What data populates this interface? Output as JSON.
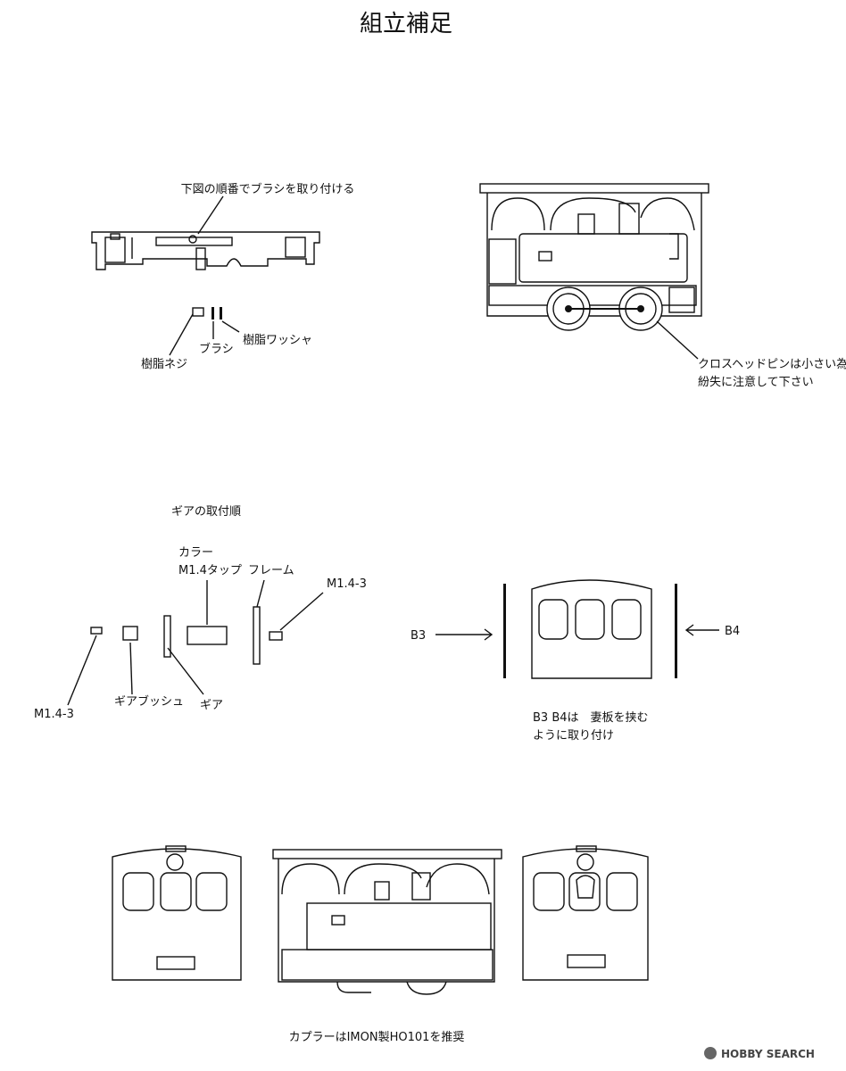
{
  "title": "組立補足",
  "brush": {
    "instruction": "下図の順番でブラシを取り付ける",
    "parts": {
      "screw": "樹脂ネジ",
      "brush": "ブラシ",
      "washer": "樹脂ワッシャ"
    }
  },
  "crosshead": {
    "note_line1": "クロスヘッドピンは小さい為",
    "note_line2": "紛失に注意して下さい"
  },
  "gear": {
    "heading": "ギアの取付順",
    "collar_line1": "カラー",
    "collar_line2": "M1.4タップ",
    "frame": "フレーム",
    "screw_right": "M1.4-3",
    "screw_left": "M1.4-3",
    "bush": "ギアブッシュ",
    "gear": "ギア"
  },
  "endplate": {
    "b3": "B3",
    "b4": "B4",
    "note_line1": "B3 B4は　妻板を挟む",
    "note_line2": "ように取り付け"
  },
  "coupler_note": "カプラーはIMON製HO101を推奨",
  "watermark": {
    "logo_text": "HOBBY SEARCH"
  }
}
